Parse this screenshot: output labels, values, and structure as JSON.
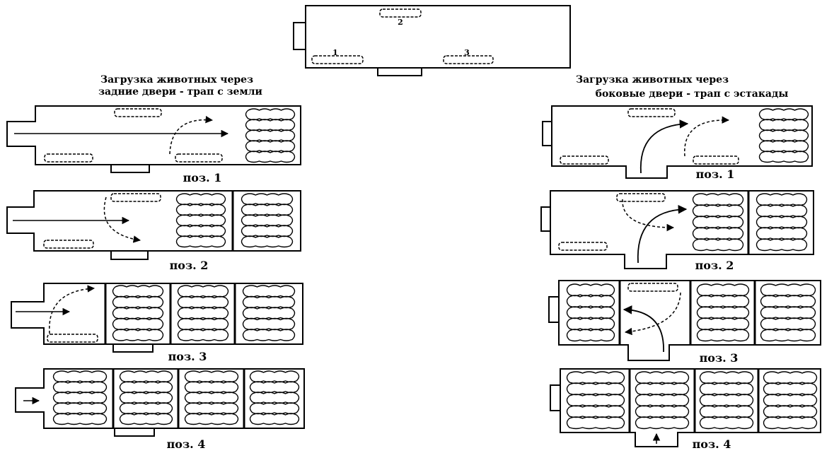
{
  "top_plan": {
    "marks": [
      "2",
      "1",
      "3"
    ]
  },
  "left_column": {
    "caption_line1": "Загрузка животных через",
    "caption_line2": "задние двери - трап с земли",
    "positions": [
      "поз. 1",
      "поз. 2",
      "поз. 3",
      "поз. 4"
    ]
  },
  "right_column": {
    "caption_line1": "Загрузка животных через",
    "caption_line2": "боковые двери - трап с эстакады",
    "positions": [
      "поз. 1",
      "поз. 2",
      "поз. 3",
      "поз. 4"
    ]
  }
}
